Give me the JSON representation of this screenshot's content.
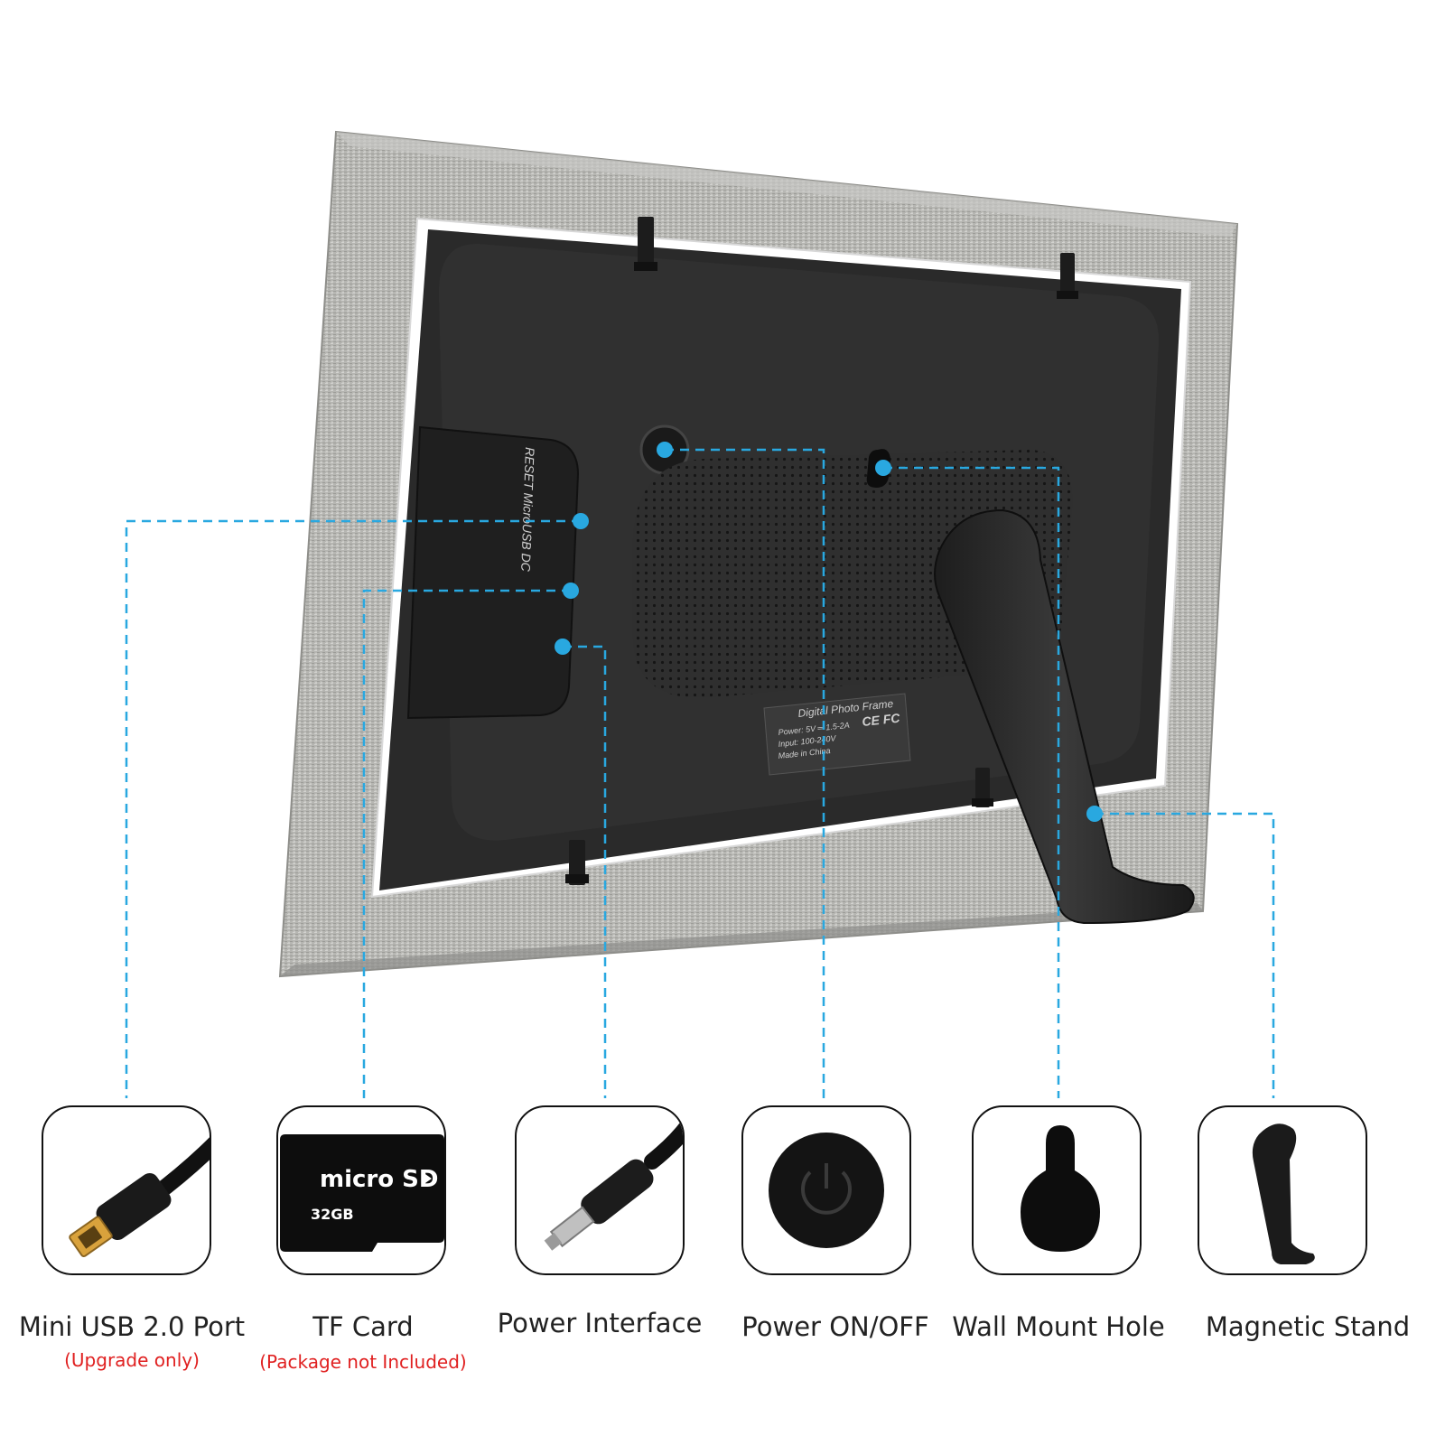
{
  "product_label": {
    "title": "Digital Photo Frame",
    "power": "Power: 5V ═ 1.5-2A",
    "input": "Input: 100-240V",
    "origin": "Made in China",
    "marks": "CE FC"
  },
  "side_panel": {
    "text": "RESET MicroUSB DC"
  },
  "features": [
    {
      "icon": "mini-usb-cable-icon",
      "label": "Mini USB 2.0 Port",
      "note": "(Upgrade only)"
    },
    {
      "icon": "microsd-card-icon",
      "label": "TF Card",
      "note": "(Package not Included)",
      "card_brand": "micro SD",
      "card_capacity": "32GB"
    },
    {
      "icon": "dc-power-plug-icon",
      "label": "Power Interface"
    },
    {
      "icon": "power-button-icon",
      "label": "Power ON/OFF"
    },
    {
      "icon": "keyhole-mount-icon",
      "label": "Wall Mount Hole"
    },
    {
      "icon": "stand-leg-icon",
      "label": "Magnetic Stand"
    }
  ],
  "colors": {
    "callout": "#29a8e0",
    "note": "#e02020",
    "frame": "#b3b3b0",
    "back_panel": "#2a2a2a"
  }
}
